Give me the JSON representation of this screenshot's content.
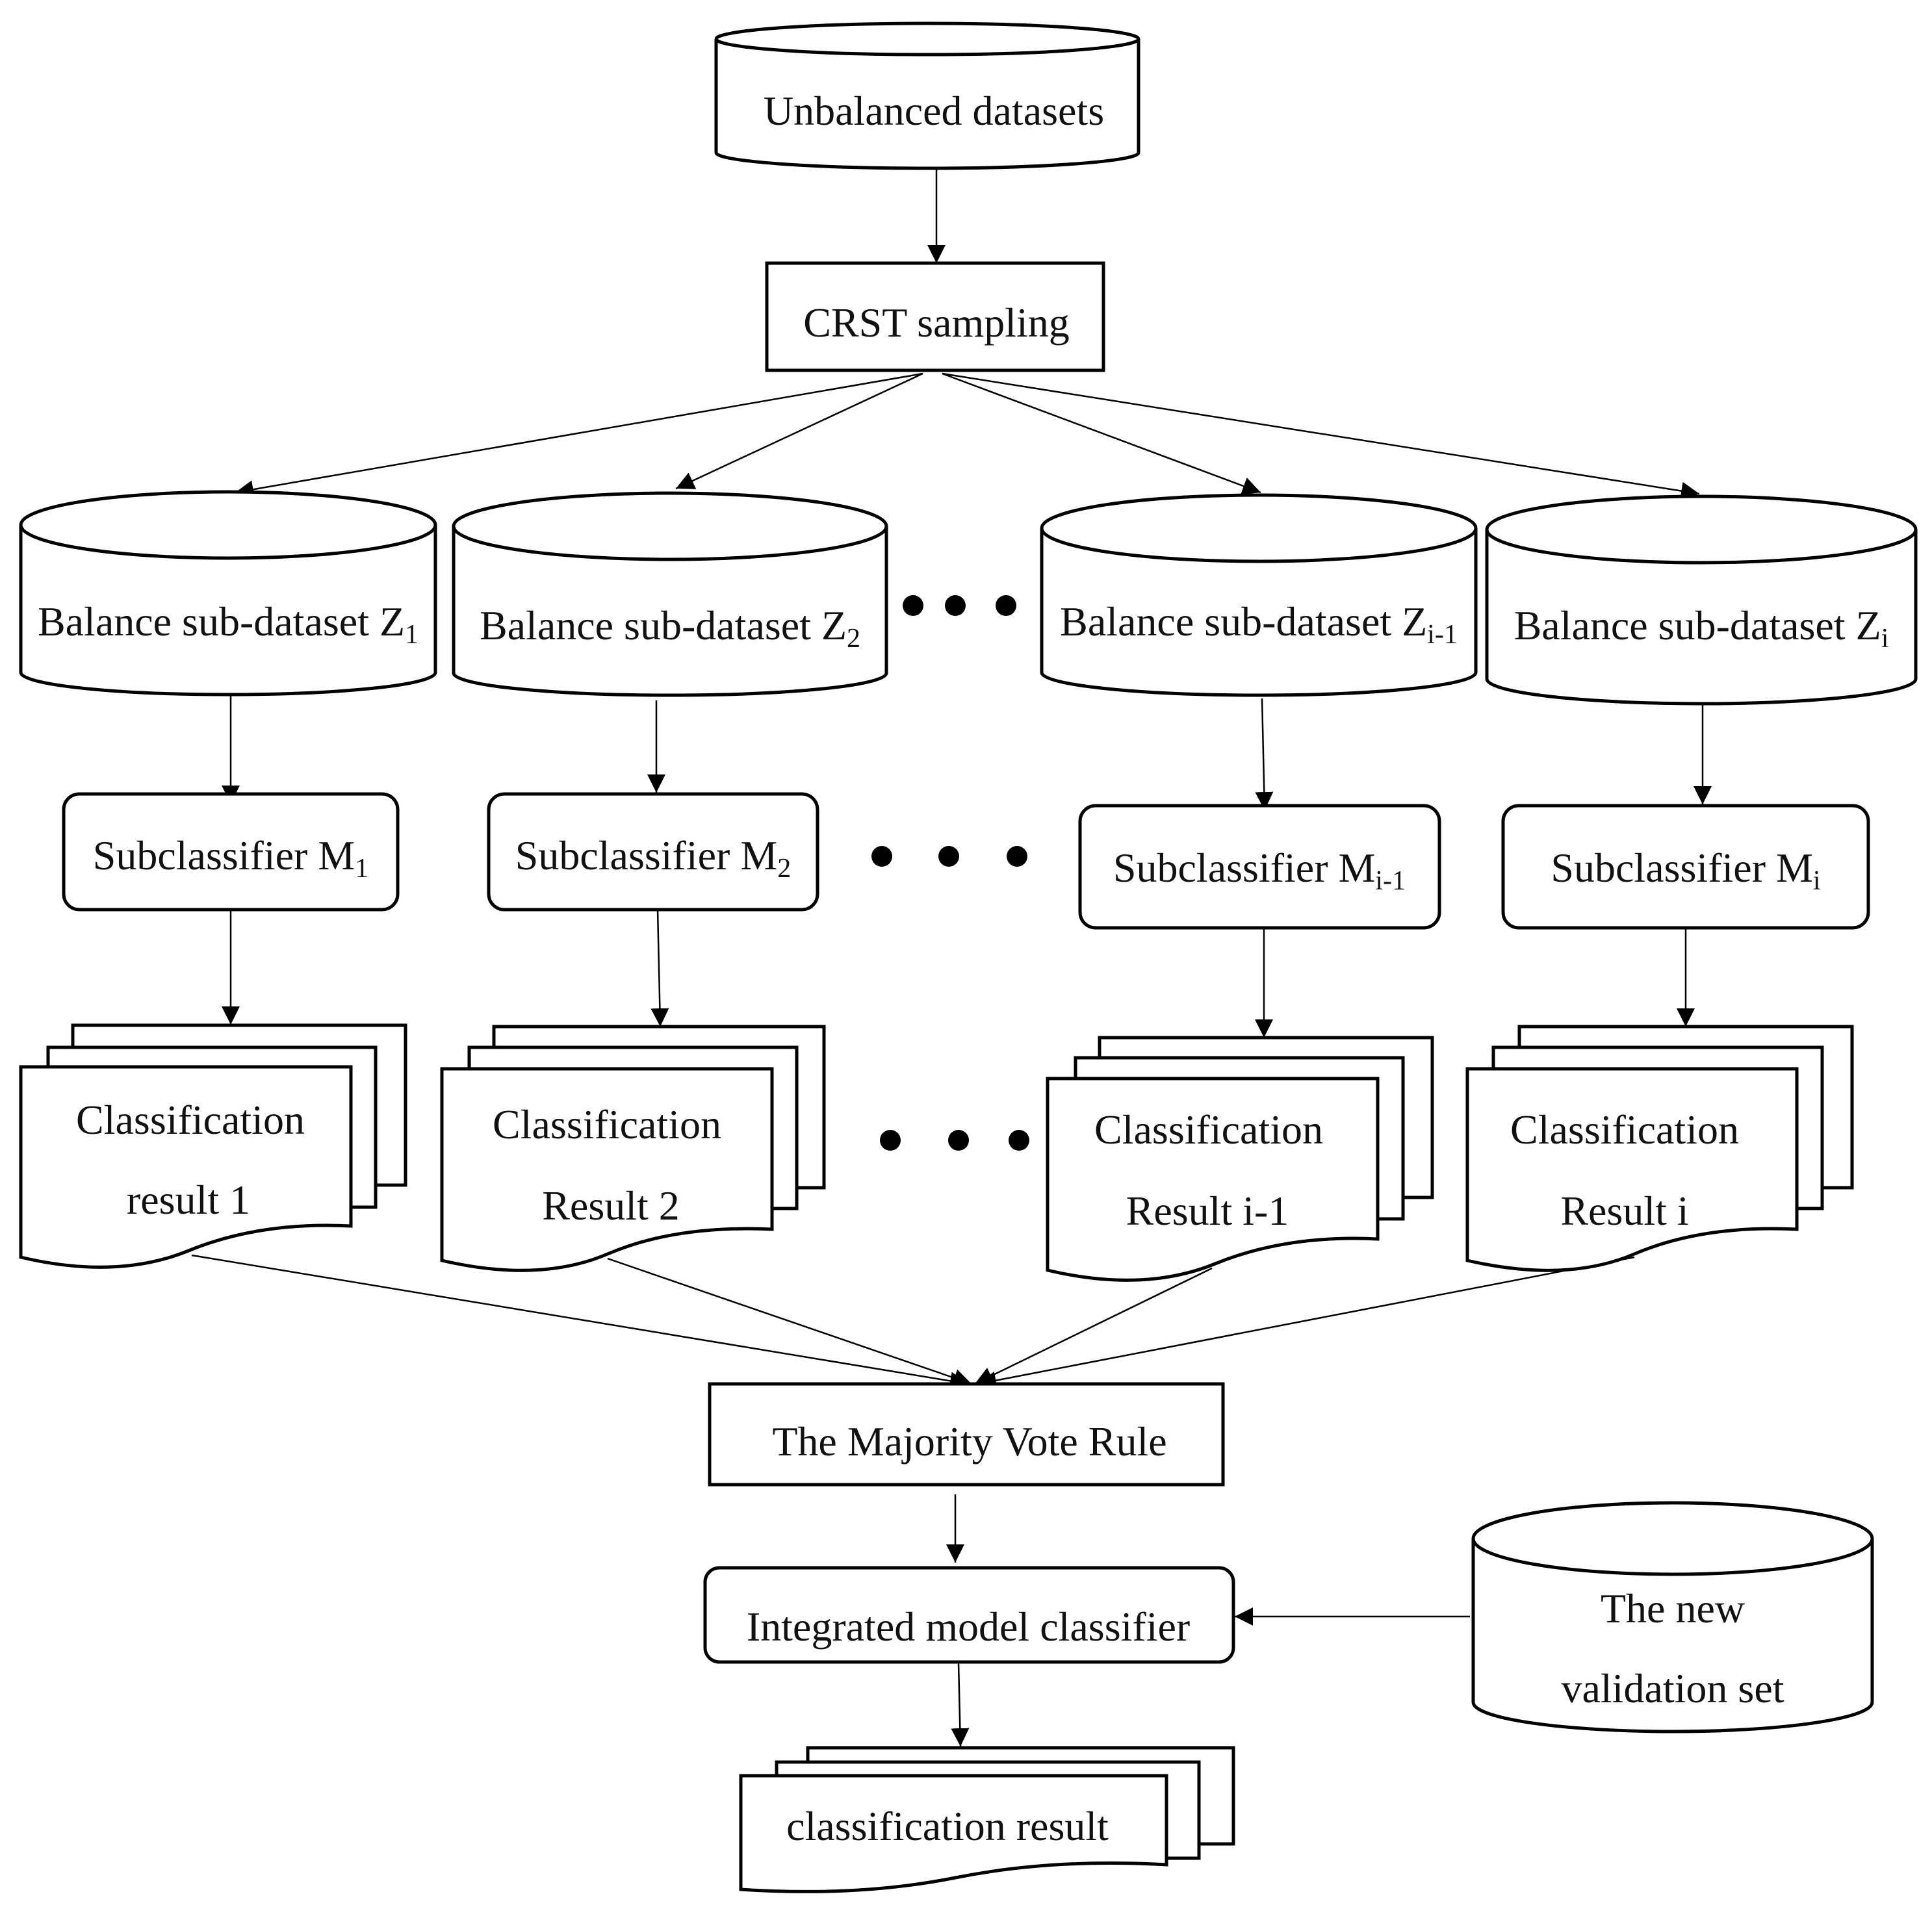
{
  "diagram": {
    "source": "Unbalanced datasets",
    "sampling": "CRST sampling",
    "subsets": [
      {
        "label": "Balance sub-dataset Z",
        "sub": "1"
      },
      {
        "label": "Balance sub-dataset  Z",
        "sub": "2"
      },
      {
        "label": "Balance sub-dataset Z",
        "sub": "i-1"
      },
      {
        "label": "Balance sub-dataset Z",
        "sub": "i"
      }
    ],
    "classifiers": [
      {
        "label": "Subclassifier M",
        "sub": "1"
      },
      {
        "label": "Subclassifier M",
        "sub": "2"
      },
      {
        "label": "Subclassifier M",
        "sub": "i-1"
      },
      {
        "label": "Subclassifier M",
        "sub": "i"
      }
    ],
    "results": [
      {
        "line1": "Classification",
        "line2": "result 1"
      },
      {
        "line1": "Classification",
        "line2": "Result 2"
      },
      {
        "line1": "Classification",
        "line2": "Result i-1"
      },
      {
        "line1": "Classification",
        "line2": "Result i"
      }
    ],
    "vote": "The Majority Vote Rule",
    "integrated": "Integrated model classifier",
    "validation": {
      "line1": "The new",
      "line2": "validation set"
    },
    "final": "classification result"
  }
}
